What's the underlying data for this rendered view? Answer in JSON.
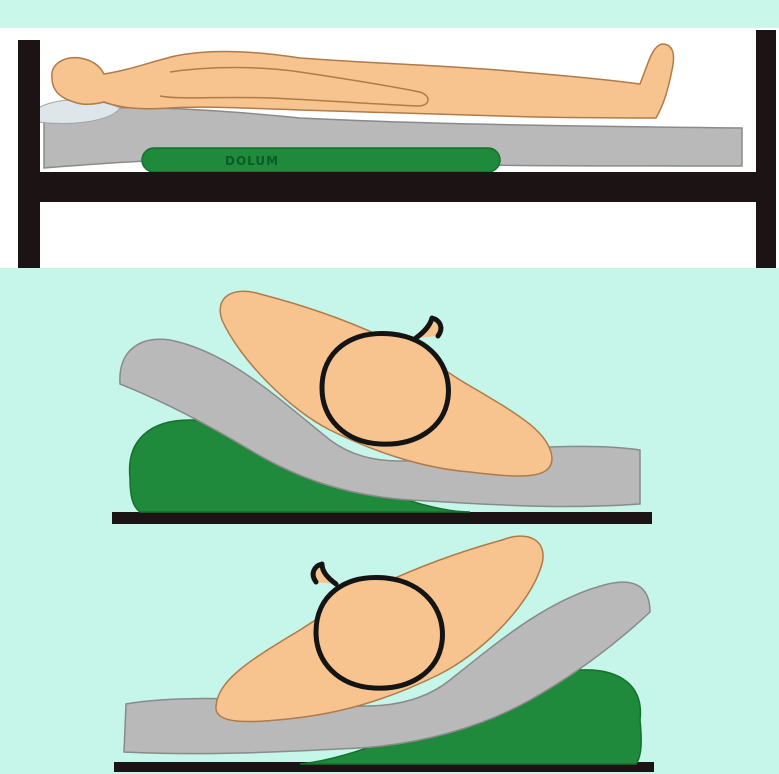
{
  "figure": {
    "panels": [
      {
        "id": "supine-bed",
        "wedge_label": "DOLUM"
      },
      {
        "id": "tilt-left"
      },
      {
        "id": "tilt-right"
      }
    ]
  },
  "colors": {
    "background_top": "#c9f7e9",
    "background_bottom": "#c6f6e9",
    "bed_panel": "#ffffff",
    "bed_frame": "#1c1414",
    "mattress": "#b9b9b9",
    "mattress_outline": "#8a8a8a",
    "pillow": "#dfe6ea",
    "wedge": "#1f8a3c",
    "wedge_dark": "#157030",
    "skin": "#f7c48f",
    "skin_outline": "#b07a4a",
    "head_outline": "#141414"
  }
}
